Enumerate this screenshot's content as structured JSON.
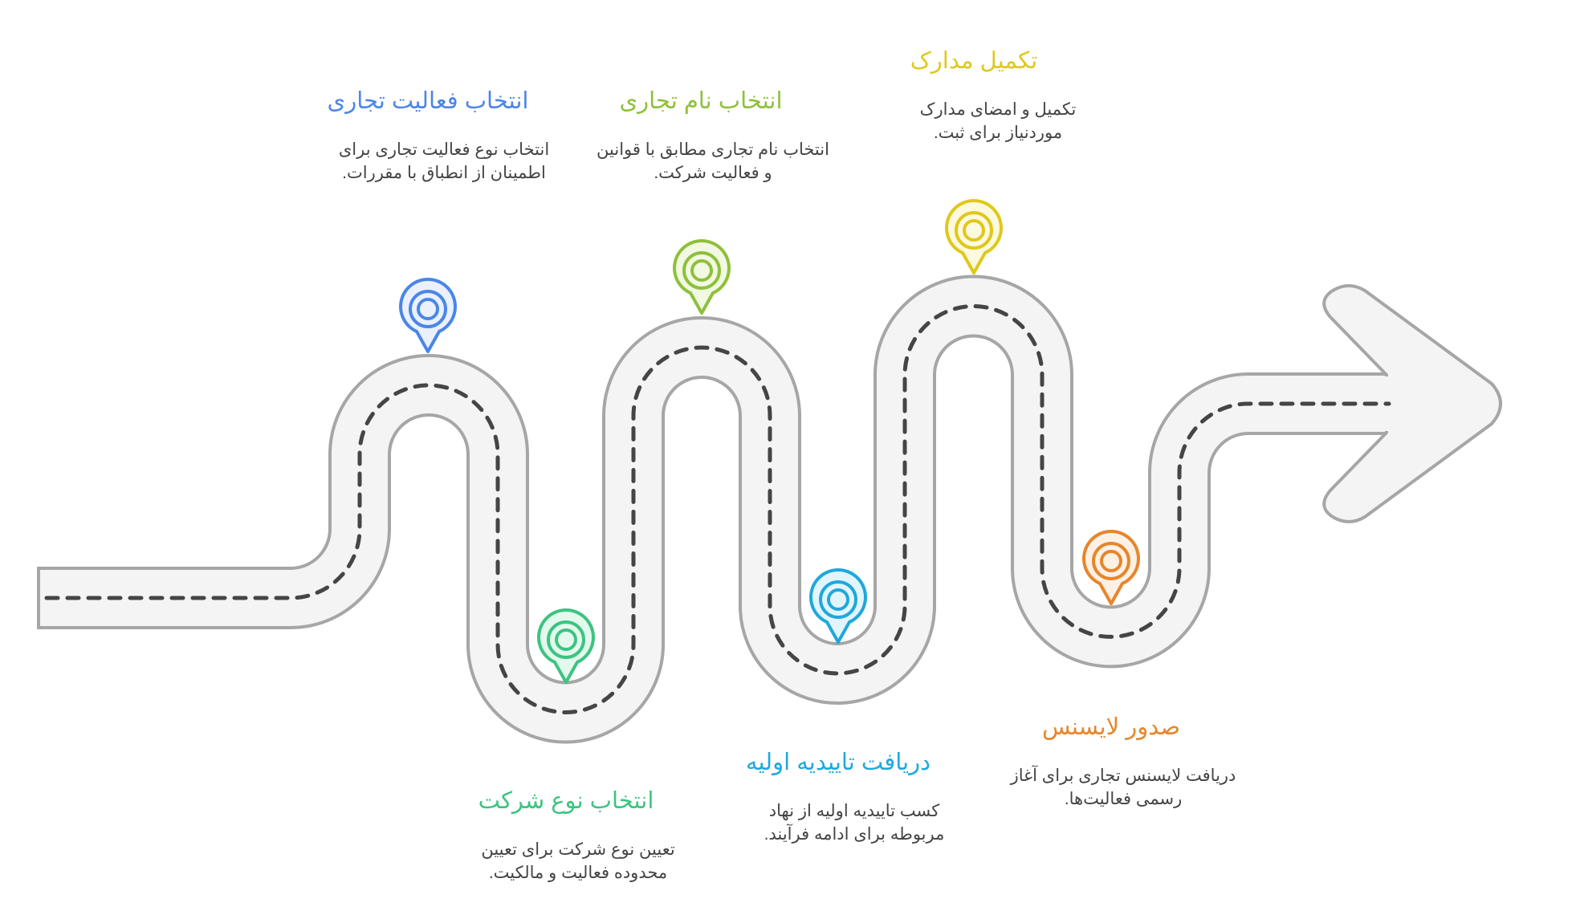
{
  "diagram": {
    "type": "roadmap",
    "direction": "left-to-right",
    "road_fill": "#f4f4f4",
    "road_border": "#a6a6a6",
    "lane_dash": "#454545"
  },
  "steps": [
    {
      "order": 1,
      "title": "انتخاب فعالیت تجاری",
      "description": "انتخاب نوع فعالیت تجاری برای اطمینان از انطباق با مقررات.",
      "color": "#4a86e8",
      "fill": "#eaf1fd",
      "position": "top",
      "icon": "map-pin-target-icon"
    },
    {
      "order": 2,
      "title": "انتخاب نوع شرکت",
      "description": "تعیین نوع شرکت برای تعیین محدوده فعالیت و مالکیت.",
      "color": "#3cc480",
      "fill": "#e3f9ee",
      "position": "bottom",
      "icon": "map-pin-target-icon"
    },
    {
      "order": 3,
      "title": "انتخاب نام تجاری",
      "description": "انتخاب نام تجاری مطابق با قوانین و فعالیت شرکت.",
      "color": "#8ec03b",
      "fill": "#f1f9e2",
      "position": "top",
      "icon": "map-pin-target-icon"
    },
    {
      "order": 4,
      "title": "دریافت تاییدیه اولیه",
      "description": "کسب تاییدیه اولیه از نهاد مربوطه برای ادامه فرآیند.",
      "color": "#1fa8dc",
      "fill": "#e3f5fc",
      "position": "bottom",
      "icon": "map-pin-target-icon"
    },
    {
      "order": 5,
      "title": "تکمیل مدارک",
      "description": "تکمیل و امضای مدارک موردنیاز برای ثبت.",
      "color": "#e0c81a",
      "fill": "#fdf9df",
      "position": "top",
      "icon": "map-pin-target-icon"
    },
    {
      "order": 6,
      "title": "صدور لایسنس",
      "description": "دریافت لایسنس تجاری برای آغاز رسمی فعالیت‌ها.",
      "color": "#e5862d",
      "fill": "#fdf0e4",
      "position": "bottom",
      "icon": "map-pin-target-icon"
    }
  ]
}
